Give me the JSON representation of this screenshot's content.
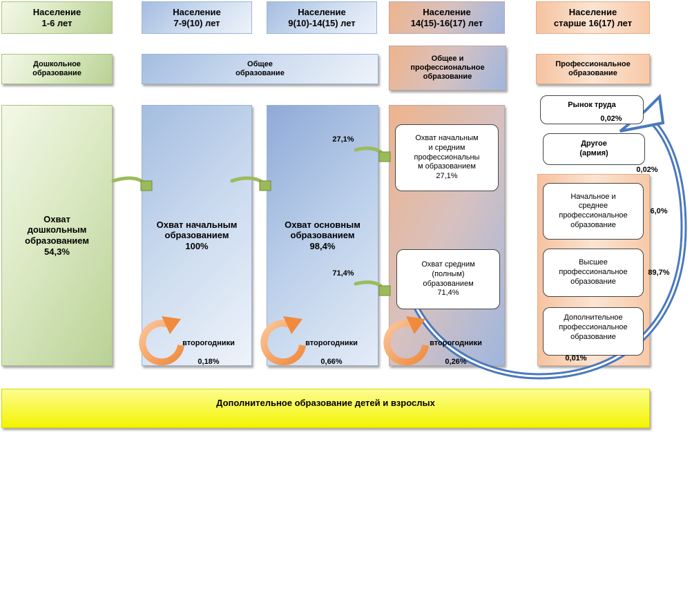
{
  "headers": [
    "Население\n1-6 лет",
    "Население\n7-9(10) лет",
    "Население\n9(10)-14(15) лет",
    "Население\n14(15)-16(17) лет",
    "Население\nстарше 16(17) лет"
  ],
  "categories": {
    "preschool": "Дошкольное\nобразование",
    "general": "Общее\nобразование",
    "general_prof": "Общее и\nпрофессиональное\nобразование",
    "prof": "Профессиональное\nобразование"
  },
  "coverage": {
    "preschool": "Охват\nдошкольным\nобразованием\n54,3%",
    "primary": "Охват начальным\nобразованием\n100%",
    "basic": "Охват основным\nобразованием\n98,4%",
    "vocational": "Охват начальным\nи средним\nпрофессиональны\nм образованием\n27,1%",
    "secondary_full": "Охват средним\n(полным)\nобразованием\n71,4%"
  },
  "repeaters": {
    "label": "второгодники",
    "primary": "0,18%",
    "basic": "0,66%",
    "upper": "0,26%"
  },
  "flows": {
    "to_vocational": "27,1%",
    "to_secondary": "71,4%"
  },
  "outcomes": {
    "labor_market": "Рынок труда",
    "labor_market_pct": "0,02%",
    "other": "Другое\n(армия)",
    "other_pct": "0,02%",
    "primary_secondary_prof": "Начальное и\nсреднее\nпрофессиональное\nобразование",
    "primary_secondary_prof_pct": "6,0%",
    "higher_prof": "Высшее\nпрофессиональное\nобразование",
    "higher_prof_pct": "89,7%",
    "additional_prof": "Дополнительное\nпрофессиональное\nобразование",
    "additional_prof_pct": "0,01%"
  },
  "footer": "Дополнительное образование детей и взрослых",
  "colors": {
    "arrow_blue": "#4a78bd",
    "arrow_green": "#9bbb59",
    "arrow_orange": "#f79646"
  }
}
